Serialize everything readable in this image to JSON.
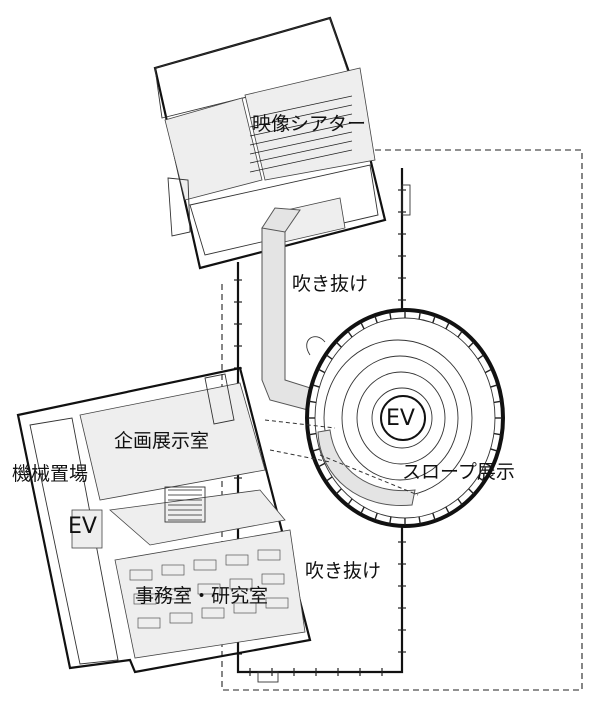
{
  "labels": {
    "theater": "映像シアター",
    "void_upper": "吹き抜け",
    "exhibition_room": "企画展示室",
    "machine_room": "機械置場",
    "elevator_left": "EV",
    "elevator_center": "EV",
    "slope_exhibition": "スロープ展示",
    "void_lower": "吹き抜け",
    "office_lab": "事務室・研究室"
  },
  "colors": {
    "line": "#111111",
    "room_fill": "#eeeeee",
    "corridor_fill": "#e4e4e4",
    "background": "#ffffff"
  }
}
